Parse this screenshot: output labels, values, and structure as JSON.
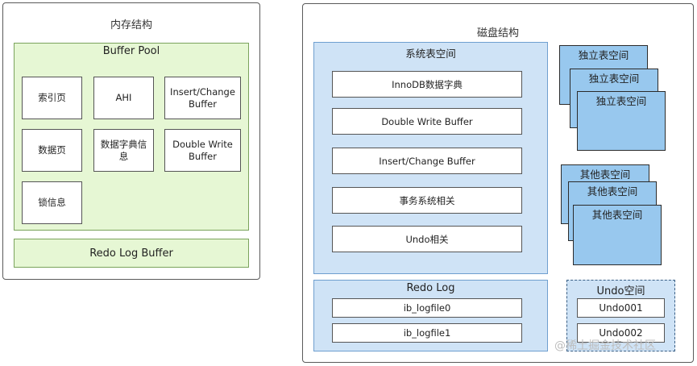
{
  "memory": {
    "title": "内存结构",
    "buffer_pool": {
      "title": "Buffer Pool",
      "cells": {
        "index_page": "索引页",
        "ahi": "AHI",
        "insert_change_buffer": "Insert/Change Buffer",
        "data_page": "数据页",
        "dict_info": "数据字典信息",
        "double_write_buffer": "Double Write Buffer",
        "lock_info": "锁信息"
      }
    },
    "redo_log_buffer": "Redo Log Buffer"
  },
  "disk": {
    "title": "磁盘结构",
    "system_tablespace": {
      "title": "系统表空间",
      "rows": [
        "InnoDB数据字典",
        "Double Write Buffer",
        "Insert/Change Buffer",
        "事务系统相关",
        "Undo相关"
      ]
    },
    "independent_tablespaces": [
      "独立表空间",
      "独立表空间",
      "独立表空间"
    ],
    "other_tablespaces": [
      "其他表空间",
      "其他表空间",
      "其他表空间"
    ],
    "redo_log": {
      "title": "Redo Log",
      "files": [
        "ib_logfile0",
        "ib_logfile1"
      ]
    },
    "undo_space": {
      "title": "Undo空间",
      "files": [
        "Undo001",
        "Undo002"
      ]
    }
  },
  "watermark": "@稀土掘金技术社区"
}
